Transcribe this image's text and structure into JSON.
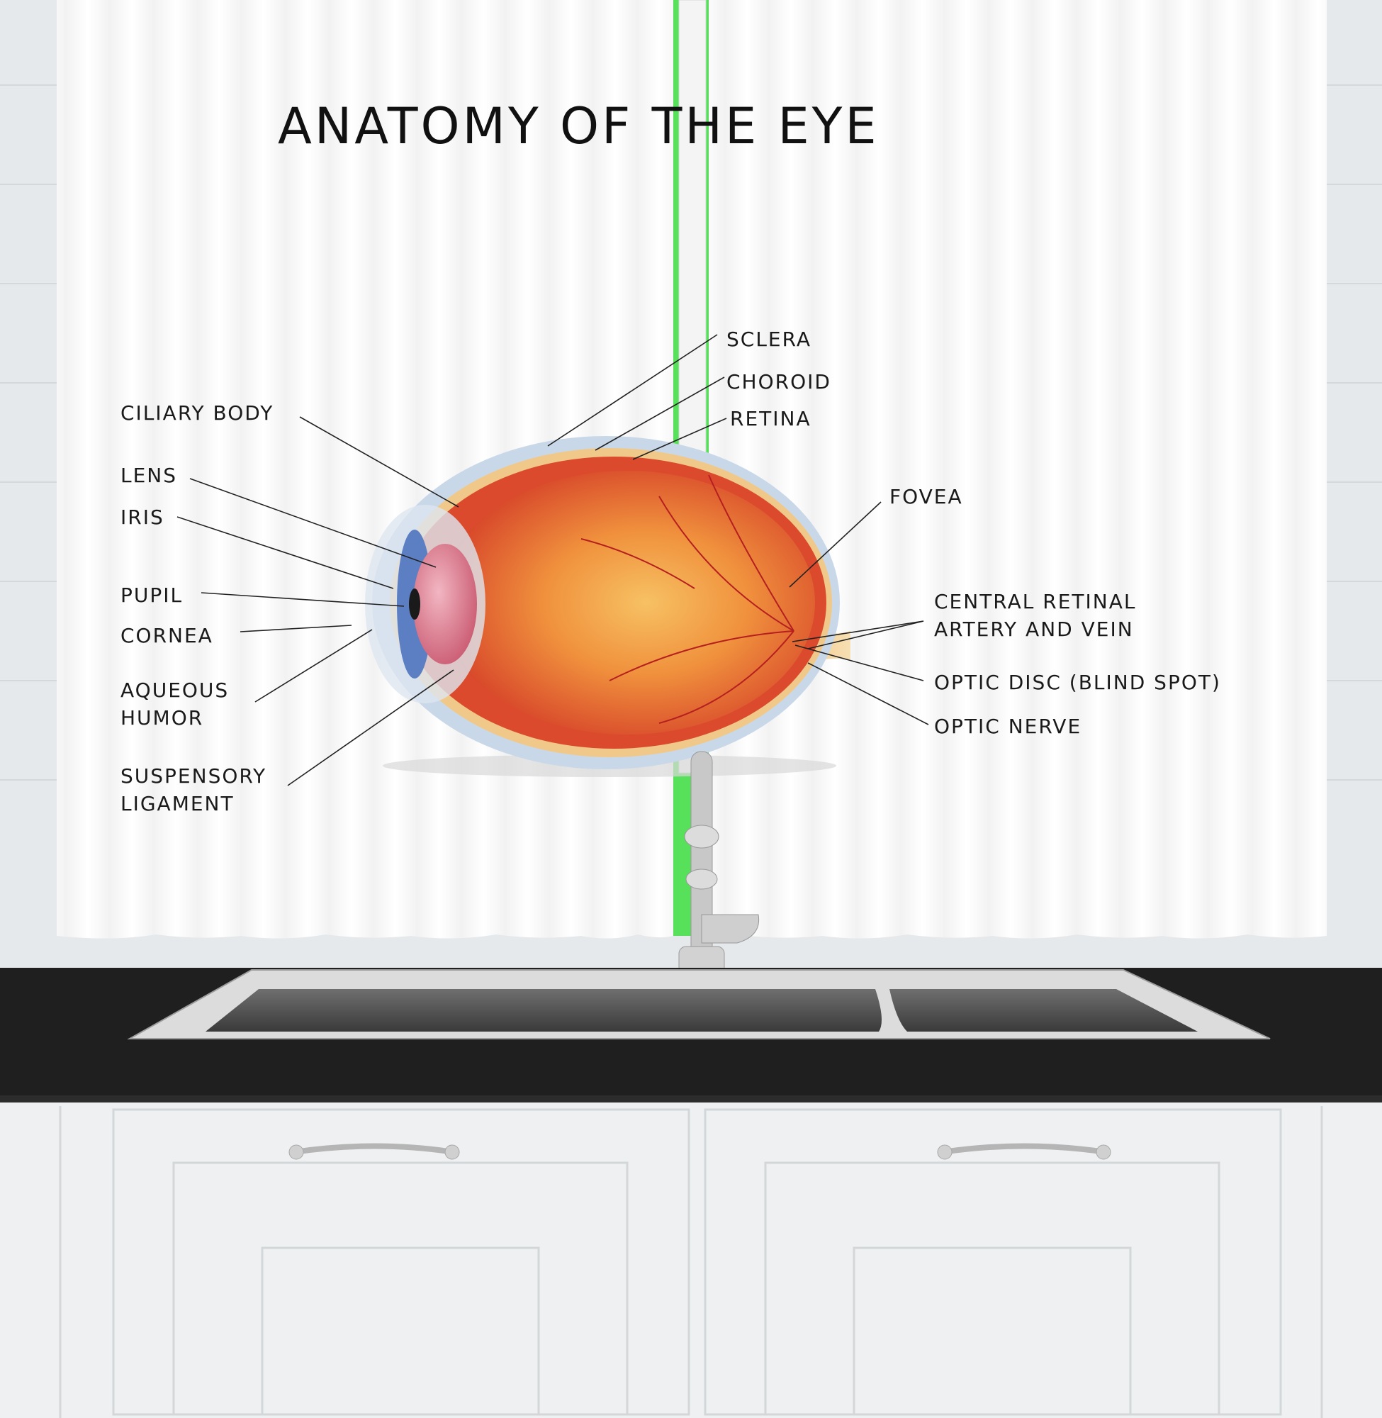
{
  "poster": {
    "title": "ANATOMY OF THE EYE"
  },
  "labels": {
    "sclera": "SCLERA",
    "choroid": "CHOROID",
    "retina": "RETINA",
    "ciliary_body": "CILIARY BODY",
    "lens": "LENS",
    "iris": "IRIS",
    "pupil": "PUPIL",
    "cornea": "CORNEA",
    "aqueous_humor": [
      "AQUEOUS",
      "HUMOR"
    ],
    "suspensory_ligament": [
      "SUSPENSORY",
      "LIGAMENT"
    ],
    "fovea": "FOVEA",
    "central_retinal": [
      "CENTRAL RETINAL",
      "ARTERY AND VEIN"
    ],
    "optic_disc": "OPTIC DISC (BLIND SPOT)",
    "optic_nerve": "OPTIC NERVE"
  },
  "colors": {
    "curtain": "#fbfbfb",
    "wall": "#e9ecee",
    "window_green": "#57e05a",
    "counter": "#202020",
    "cabinet": "#f0f1f2",
    "eye_red": "#d8442a",
    "eye_orange": "#f2a04a",
    "sclera_blue": "#c9d8e8"
  }
}
